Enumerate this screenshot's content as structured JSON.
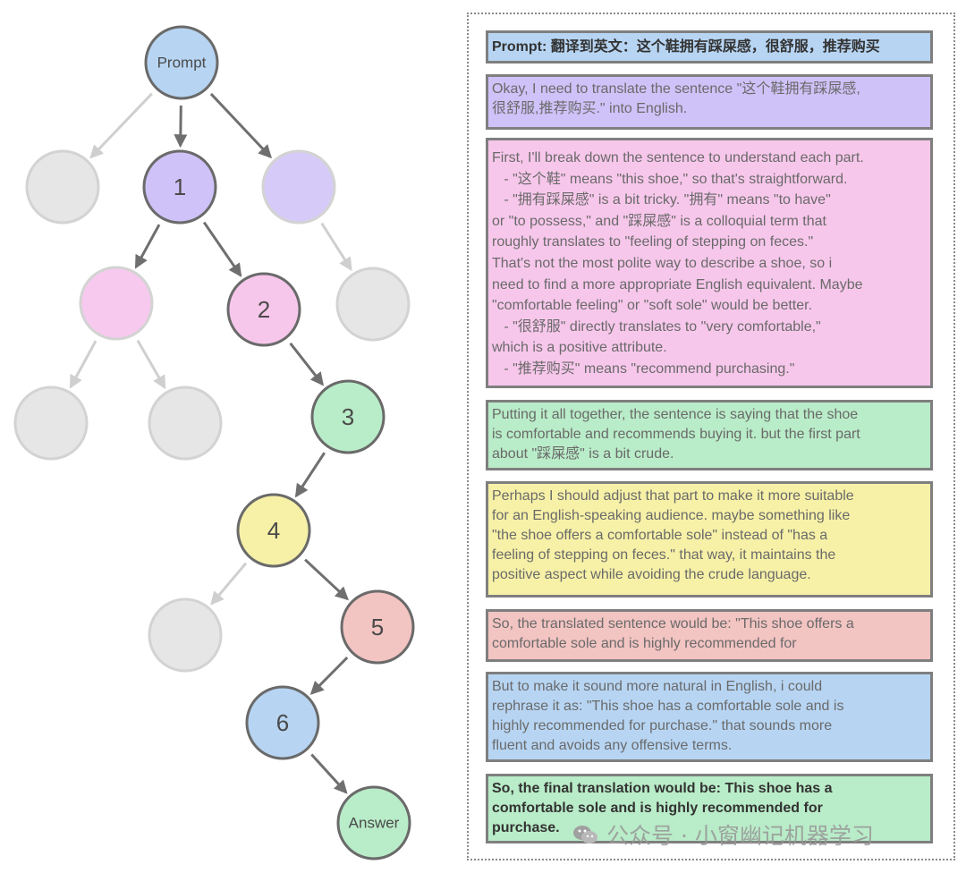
{
  "tree": {
    "nodes": [
      {
        "id": "prompt",
        "label": "Prompt",
        "color": "#b7d5f3",
        "style": "active"
      },
      {
        "id": "n1",
        "label": "1",
        "color": "#cfc2f8",
        "style": "active"
      },
      {
        "id": "g-left-1",
        "label": "",
        "color": "#e6e6e6",
        "style": "faded"
      },
      {
        "id": "p-right-1",
        "label": "",
        "color": "#d6cbf8",
        "style": "faded"
      },
      {
        "id": "pink-left",
        "label": "",
        "color": "#f7c9ee",
        "style": "faded"
      },
      {
        "id": "n2",
        "label": "2",
        "color": "#f7c7eb",
        "style": "active"
      },
      {
        "id": "g-right-2",
        "label": "",
        "color": "#e6e6e6",
        "style": "faded"
      },
      {
        "id": "g-left-3a",
        "label": "",
        "color": "#e6e6e6",
        "style": "faded"
      },
      {
        "id": "g-left-3b",
        "label": "",
        "color": "#e6e6e6",
        "style": "faded"
      },
      {
        "id": "n3",
        "label": "3",
        "color": "#b9ecc8",
        "style": "active"
      },
      {
        "id": "n4",
        "label": "4",
        "color": "#f7f1a7",
        "style": "active"
      },
      {
        "id": "g-left-5",
        "label": "",
        "color": "#e6e6e6",
        "style": "faded"
      },
      {
        "id": "n5",
        "label": "5",
        "color": "#f2c4c2",
        "style": "active"
      },
      {
        "id": "n6",
        "label": "6",
        "color": "#b7d5f3",
        "style": "active"
      },
      {
        "id": "answer",
        "label": "Answer",
        "color": "#b9ecc8",
        "style": "active"
      }
    ],
    "edges": [
      {
        "from": "prompt",
        "to": "g-left-1",
        "style": "faded"
      },
      {
        "from": "prompt",
        "to": "n1",
        "style": "active"
      },
      {
        "from": "prompt",
        "to": "p-right-1",
        "style": "active"
      },
      {
        "from": "n1",
        "to": "pink-left",
        "style": "active"
      },
      {
        "from": "n1",
        "to": "n2",
        "style": "active"
      },
      {
        "from": "p-right-1",
        "to": "g-right-2",
        "style": "faded"
      },
      {
        "from": "pink-left",
        "to": "g-left-3a",
        "style": "faded"
      },
      {
        "from": "pink-left",
        "to": "g-left-3b",
        "style": "faded"
      },
      {
        "from": "n2",
        "to": "n3",
        "style": "active"
      },
      {
        "from": "n3",
        "to": "n4",
        "style": "active"
      },
      {
        "from": "n4",
        "to": "g-left-5",
        "style": "faded"
      },
      {
        "from": "n4",
        "to": "n5",
        "style": "active"
      },
      {
        "from": "n5",
        "to": "n6",
        "style": "active"
      },
      {
        "from": "n6",
        "to": "answer",
        "style": "active"
      }
    ]
  },
  "steps": [
    {
      "id": "b0",
      "color": "#b7d5f3",
      "lines": [
        "Prompt: 翻译到英文：这个鞋拥有踩屎感，很舒服，推荐购买"
      ]
    },
    {
      "id": "b1",
      "color": "#cfc2f8",
      "lines": [
        "Okay, I need to translate the sentence \"这个鞋拥有踩屎感,",
        "很舒服,推荐购买.\" into English."
      ]
    },
    {
      "id": "b2",
      "color": "#f7c7eb",
      "lines": [
        "First, I'll break down the sentence to understand each part.",
        "   - \"这个鞋\" means \"this shoe,\" so that's straightforward.",
        "   - \"拥有踩屎感\" is a bit tricky. \"拥有\" means \"to have\"",
        "or \"to possess,\" and \"踩屎感\" is a colloquial term that",
        "roughly translates to \"feeling of stepping on feces.\"",
        "That's not the most polite way to describe a shoe, so i",
        "need to find a more appropriate English equivalent. Maybe",
        "\"comfortable feeling\" or \"soft sole\" would be better.",
        "   - \"很舒服\" directly translates to \"very comfortable,\"",
        "which is a positive attribute.",
        "   - \"推荐购买\" means \"recommend purchasing.\""
      ]
    },
    {
      "id": "b3",
      "color": "#b9ecc8",
      "lines": [
        "Putting it all together, the sentence is saying that the shoe",
        "is comfortable and recommends buying it. but the first part",
        "about \"踩屎感\" is a bit crude."
      ]
    },
    {
      "id": "b4",
      "color": "#f7f1a7",
      "lines": [
        "Perhaps I should adjust that part to make it more suitable",
        "for an English-speaking audience. maybe something like",
        "\"the shoe offers a comfortable sole\" instead of \"has a",
        "feeling of stepping on feces.\" that way, it maintains the",
        "positive aspect while avoiding the crude language."
      ]
    },
    {
      "id": "b5",
      "color": "#f2c4c2",
      "lines": [
        "So, the translated sentence would be: \"This shoe offers a",
        "comfortable sole and is highly recommended for"
      ]
    },
    {
      "id": "b6",
      "color": "#b7d5f3",
      "lines": [
        "But to make it sound more natural in English, i could",
        "rephrase it as: \"This shoe has a comfortable sole and is",
        "highly recommended for purchase.\" that sounds more",
        "fluent and avoids any offensive terms."
      ]
    },
    {
      "id": "b7",
      "color": "#b9ecc8",
      "lines": [
        "So, the final translation would be: This shoe has a",
        "comfortable sole and is highly recommended for",
        "purchase."
      ]
    }
  ],
  "watermark": {
    "text": "公众号 · 小窗幽记机器学习",
    "icon": "wechat-icon"
  }
}
